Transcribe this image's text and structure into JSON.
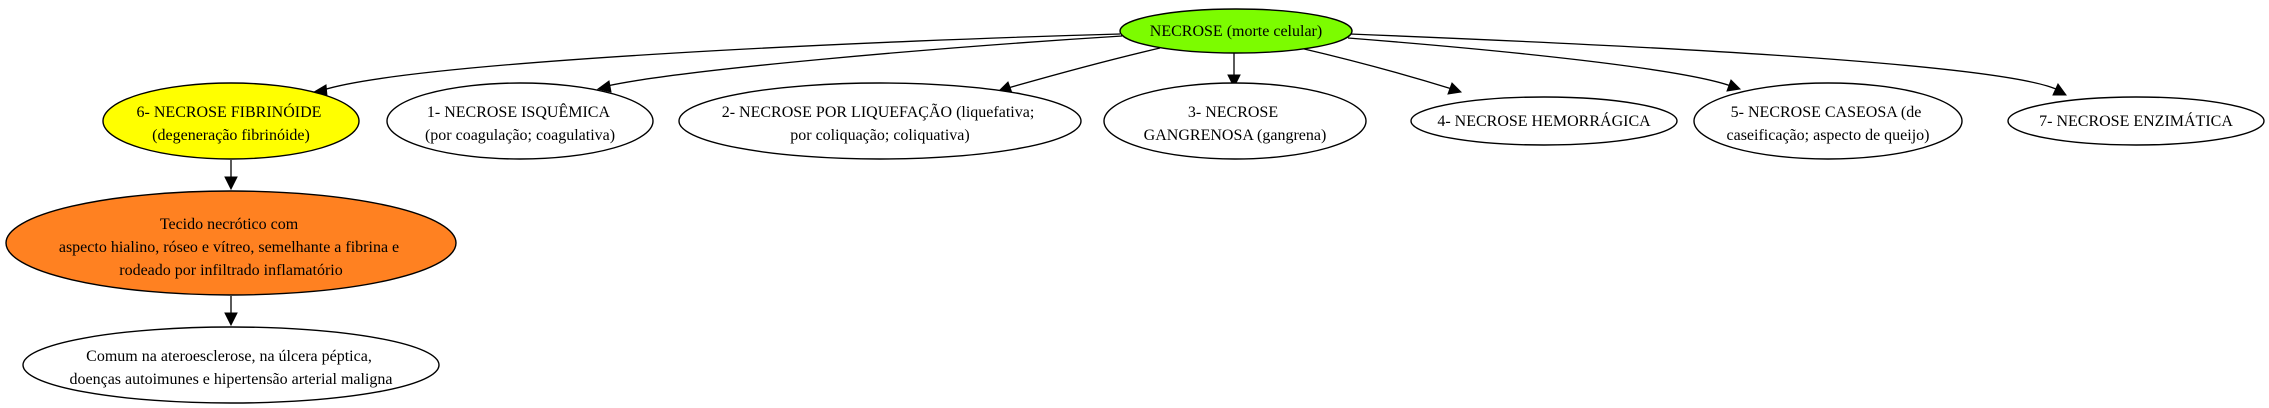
{
  "diagram": {
    "colors": {
      "root": "#7cfc00",
      "fibrinoid": "#ffff00",
      "tissue": "#ff8121",
      "default": "#ffffff"
    },
    "nodes": {
      "root": {
        "lines": [
          "NECROSE (morte celular)"
        ]
      },
      "n6": {
        "lines": [
          "6- NECROSE FIBRINÓIDE",
          "(degeneração fibrinóide)"
        ]
      },
      "n1": {
        "lines": [
          "1- NECROSE ISQUÊMICA",
          "(por coagulação; coagulativa)"
        ]
      },
      "n2": {
        "lines": [
          "2- NECROSE POR LIQUEFAÇÃO (liquefativa;",
          "por coliquação; coliquativa)"
        ]
      },
      "n3": {
        "lines": [
          "3- NECROSE",
          "GANGRENOSA (gangrena)"
        ]
      },
      "n4": {
        "lines": [
          "4- NECROSE HEMORRÁGICA"
        ]
      },
      "n5": {
        "lines": [
          "5- NECROSE CASEOSA (de",
          "caseificação; aspecto de queijo)"
        ]
      },
      "n7": {
        "lines": [
          "7- NECROSE ENZIMÁTICA"
        ]
      },
      "tissue": {
        "lines": [
          "Tecido necrótico com",
          "aspecto hialino, róseo e vítreo, semelhante a fibrina e",
          "rodeado por infiltrado inflamatório"
        ]
      },
      "common": {
        "lines": [
          "Comum na ateroesclerose, na úlcera péptica,",
          "doenças autoimunes e hipertensão arterial maligna"
        ]
      }
    }
  }
}
